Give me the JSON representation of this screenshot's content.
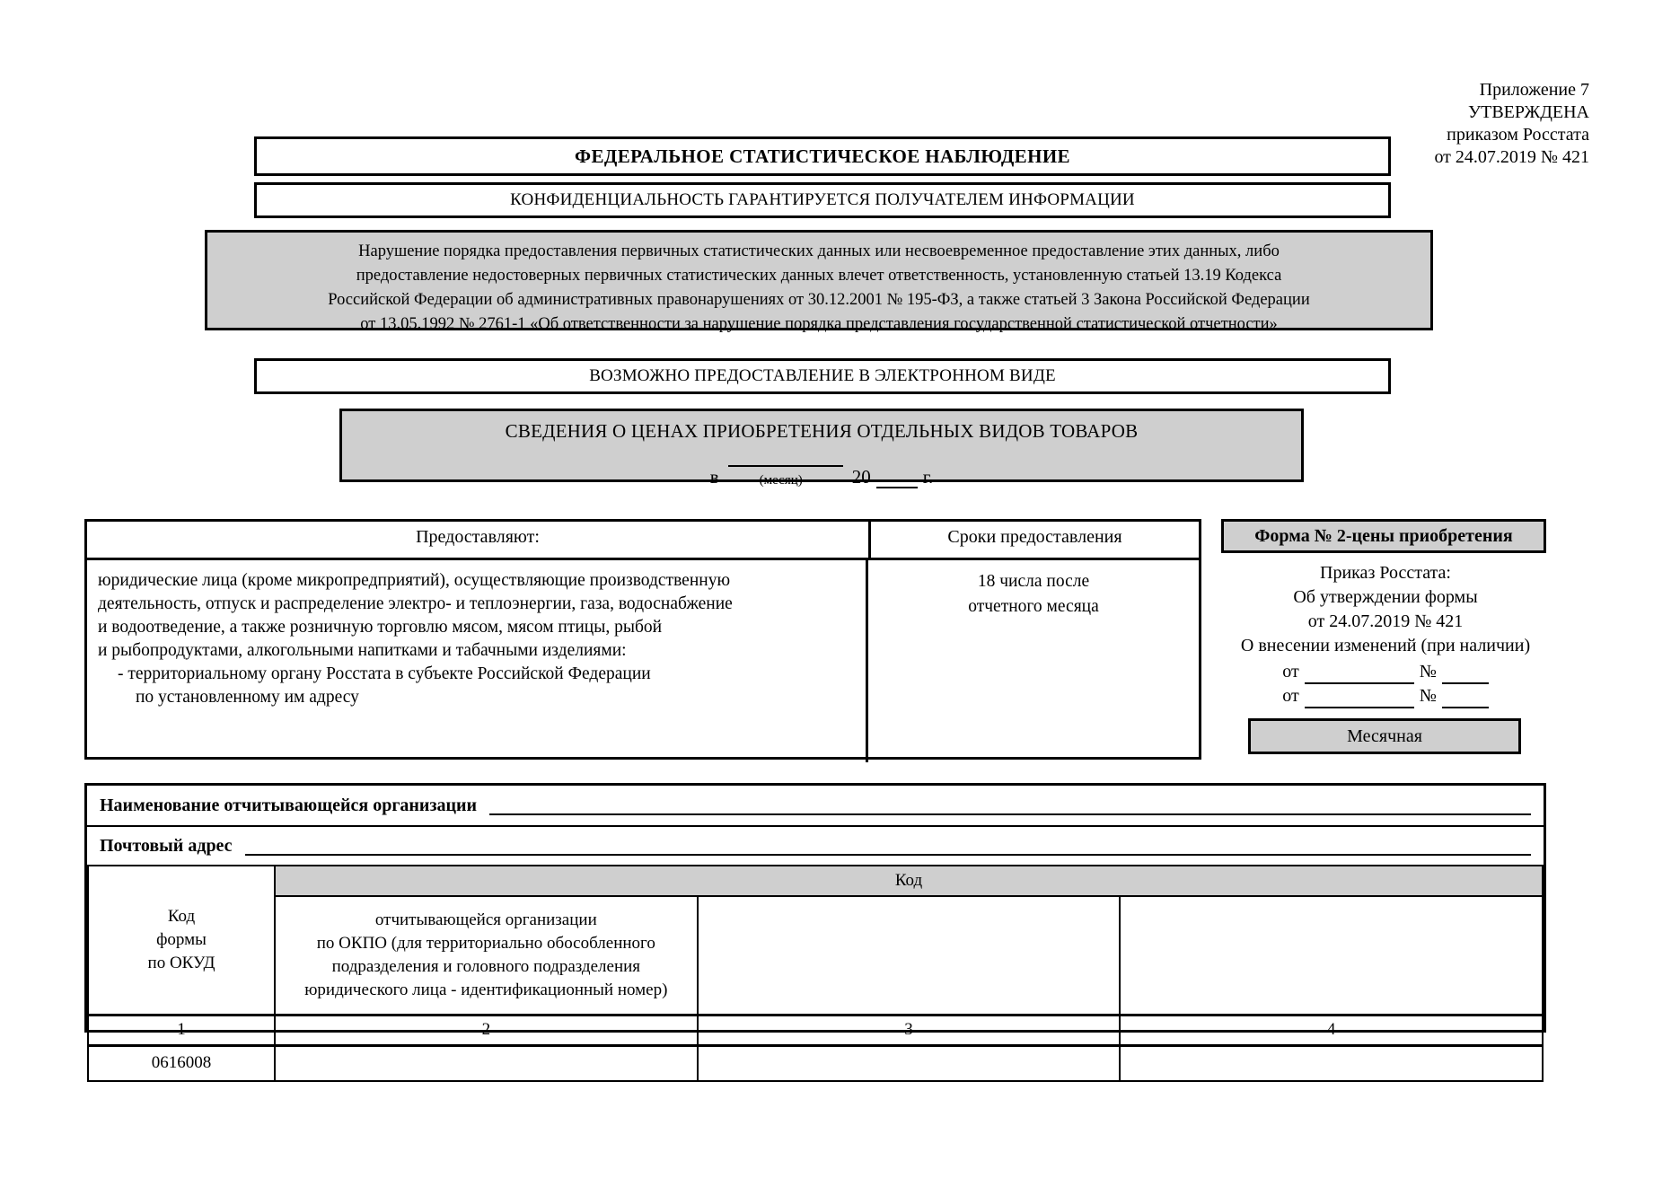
{
  "approval": {
    "line1": "Приложение 7",
    "line2": "УТВЕРЖДЕНА",
    "line3": "приказом Росстата",
    "line4": "от 24.07.2019 № 421"
  },
  "banners": {
    "federal": "ФЕДЕРАЛЬНОЕ СТАТИСТИЧЕСКОЕ НАБЛЮДЕНИЕ",
    "confidential": "КОНФИДЕНЦИАЛЬНОСТЬ ГАРАНТИРУЕТСЯ ПОЛУЧАТЕЛЕМ ИНФОРМАЦИИ",
    "electronic": "ВОЗМОЖНО ПРЕДОСТАВЛЕНИЕ В ЭЛЕКТРОННОМ ВИДЕ"
  },
  "warning": {
    "line1": "Нарушение порядка предоставления первичных статистических данных или несвоевременное предоставление этих данных, либо",
    "line2": "предоставление недостоверных первичных статистических данных влечет ответственность, установленную статьей 13.19 Кодекса",
    "line3": "Российской Федерации об административных правонарушениях от 30.12.2001 № 195-ФЗ, а также статьей 3 Закона Российской Федерации",
    "line4": "от 13.05.1992 № 2761-1 «Об ответственности за нарушение порядка представления государственной статистической отчетности»"
  },
  "title": {
    "subject": "СВЕДЕНИЯ О ЦЕНАХ ПРИОБРЕТЕНИЯ ОТДЕЛЬНЫХ ВИДОВ ТОВАРОВ",
    "prefix_v": "в",
    "month_caption": "(месяц)",
    "year_prefix": "20",
    "year_suffix": "г.",
    "month_value": "",
    "year_value": ""
  },
  "providers": {
    "header_left": "Предоставляют:",
    "header_right": "Сроки предоставления",
    "body_lines": [
      "юридические лица (кроме микропредприятий), осуществляющие производственную",
      "деятельность, отпуск и распределение электро- и теплоэнергии, газа, водоснабжение",
      "и водоотведение, а также розничную торговлю мясом, мясом птицы, рыбой",
      "и рыбопродуктами, алкогольными напитками и табачными изделиями:"
    ],
    "recipient_line1": "- территориальному органу Росстата в субъекте Российской Федерации",
    "recipient_line2": "по установленному им адресу",
    "deadline_line1": "18 числа после",
    "deadline_line2": "отчетного месяца"
  },
  "form_info": {
    "badge": "Форма № 2-цены приобретения",
    "order_label": "Приказ Росстата:",
    "approval_label": "Об утверждении формы",
    "approval_date": "от 24.07.2019 № 421",
    "amendment_label": "О внесении изменений (при наличии)",
    "amend_rows": [
      {
        "from_label": "от",
        "from_value": "",
        "num_label": "№",
        "num_value": ""
      },
      {
        "from_label": "от",
        "from_value": "",
        "num_label": "№",
        "num_value": ""
      }
    ],
    "periodicity": "Месячная"
  },
  "organization": {
    "name_label": "Наименование отчитывающейся организации",
    "name_value": "",
    "address_label": "Почтовый адрес",
    "address_value": ""
  },
  "code_table": {
    "group_header": "Код",
    "col_okud_label_line1": "Код",
    "col_okud_label_line2": "формы",
    "col_okud_label_line3": "по ОКУД",
    "col_okpo_label_line1": "отчитывающейся организации",
    "col_okpo_label_line2": "по ОКПО (для территориально обособленного",
    "col_okpo_label_line3": "подразделения и головного подразделения",
    "col_okpo_label_line4": "юридического лица - идентификационный номер)",
    "numbers": [
      "1",
      "2",
      "3",
      "4"
    ],
    "values": [
      "0616008",
      "",
      "",
      ""
    ]
  },
  "colors": {
    "gray_fill": "#cfcfcf",
    "border": "#000000",
    "page": "#ffffff"
  }
}
